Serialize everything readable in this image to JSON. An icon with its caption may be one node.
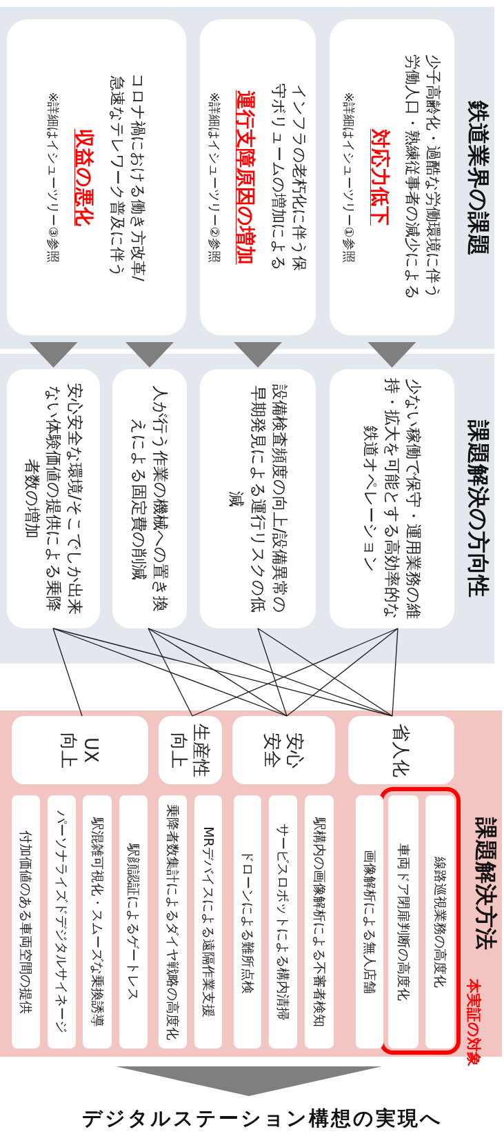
{
  "diagram": {
    "nodes": [
      {
        "text": [
          "鉄道業界の課題"
        ]
      },
      {
        "text": [
          "少子高齢化・過酷な労働環境に伴う労働人口・熟練従事者の減少による",
          "対応力低下",
          "※詳細はイシューツリー①参照"
        ],
        "in": 0
      },
      {
        "text": [
          "インフラの老朽化に伴う保守ボリュームの増加による",
          "運行支障原因の増加",
          "※詳細はイシューツリー②参照"
        ],
        "in": 0
      },
      {
        "text": [
          "コロナ禍における働き方改革/急速なテレワーク普及に伴う",
          "収益の悪化",
          "※詳細はイシューツリー③参照"
        ],
        "in": 0
      },
      {
        "text": [
          "課題解決の方向性"
        ]
      },
      {
        "text": [
          "少ない稼働で保守・運用業務の維持・拡大を可能とする高効率的な鉄道オペレーション"
        ],
        "in": 4
      },
      {
        "text": [
          "設備検査頻度の向上/設備異常の早期発見による運行リスクの低減"
        ],
        "in": 4
      },
      {
        "text": [
          "人が行う作業の機械への置き換えによる固定費の削減"
        ],
        "in": 4
      },
      {
        "text": [
          "安心安全な環境/そこでしか出来ない体験価値の提供による乗降者数の増加"
        ],
        "in": 4
      },
      {
        "text": [
          "課題解決方法"
        ]
      },
      {
        "text": [
          "省人化"
        ],
        "in": 9
      },
      {
        "text": [
          "安心安全"
        ],
        "in": 9
      },
      {
        "text": [
          "生産性向上"
        ],
        "in": 9
      },
      {
        "text": [
          "UX向上"
        ],
        "in": 9
      },
      {
        "text": [
          "本実証の対象"
        ],
        "in": 9
      },
      {
        "text": [
          "線路巡視業務の高度化"
        ],
        "in": 14
      },
      {
        "text": [
          "車両ドア閉扉判断の高度化"
        ],
        "in": 14
      },
      {
        "text": [
          "画像解析による無人店舗"
        ],
        "in": 9
      },
      {
        "text": [
          "駅構内の画像解析による不審者検知"
        ],
        "in": 9
      },
      {
        "text": [
          "サービスロボットによる構内清掃"
        ],
        "in": 9
      },
      {
        "text": [
          "ドローンによる難所点検"
        ],
        "in": 9
      },
      {
        "text": [
          "MRデバイスによる遠隔作業支援"
        ],
        "in": 9
      },
      {
        "text": [
          "乗降者数集計によるダイヤ戦略の高度化"
        ],
        "in": 9
      },
      {
        "text": [
          "駅顔認証によるゲートレス"
        ],
        "in": 9
      },
      {
        "text": [
          "駅混雑可視化・スムーズな乗換誘導"
        ],
        "in": 9
      },
      {
        "text": [
          "パーソナライズドデジタルサイネージ"
        ],
        "in": 9
      },
      {
        "text": [
          "付加価値のある車両空間の提供"
        ],
        "in": 9
      },
      {
        "text": [
          "デジタルステーション構想の実現へ"
        ]
      }
    ],
    "edges": [
      {
        "from": 1,
        "to": 5,
        "arrow": "to",
        "style": "thick",
        "color": "#7f7f7f"
      },
      {
        "from": 2,
        "to": 6,
        "arrow": "to",
        "style": "thick",
        "color": "#7f7f7f"
      },
      {
        "from": 3,
        "to": 7,
        "arrow": "to",
        "style": "thick",
        "color": "#7f7f7f"
      },
      {
        "from": 3,
        "to": 8,
        "arrow": "to",
        "style": "thick",
        "color": "#7f7f7f"
      },
      {
        "from": 5,
        "to": 10,
        "arrow": "none"
      },
      {
        "from": 5,
        "to": 11,
        "arrow": "none"
      },
      {
        "from": 5,
        "to": 12,
        "arrow": "none"
      },
      {
        "from": 6,
        "to": 10,
        "arrow": "none"
      },
      {
        "from": 6,
        "to": 11,
        "arrow": "none"
      },
      {
        "from": 7,
        "to": 10,
        "arrow": "none"
      },
      {
        "from": 7,
        "to": 11,
        "arrow": "none"
      },
      {
        "from": 7,
        "to": 12,
        "arrow": "none"
      },
      {
        "from": 8,
        "to": 10,
        "arrow": "none"
      },
      {
        "from": 8,
        "to": 11,
        "arrow": "none"
      },
      {
        "from": 8,
        "to": 13,
        "arrow": "none"
      },
      {
        "from": 9,
        "to": 27,
        "arrow": "to",
        "style": "thick",
        "color": "#7f7f7f"
      }
    ]
  }
}
